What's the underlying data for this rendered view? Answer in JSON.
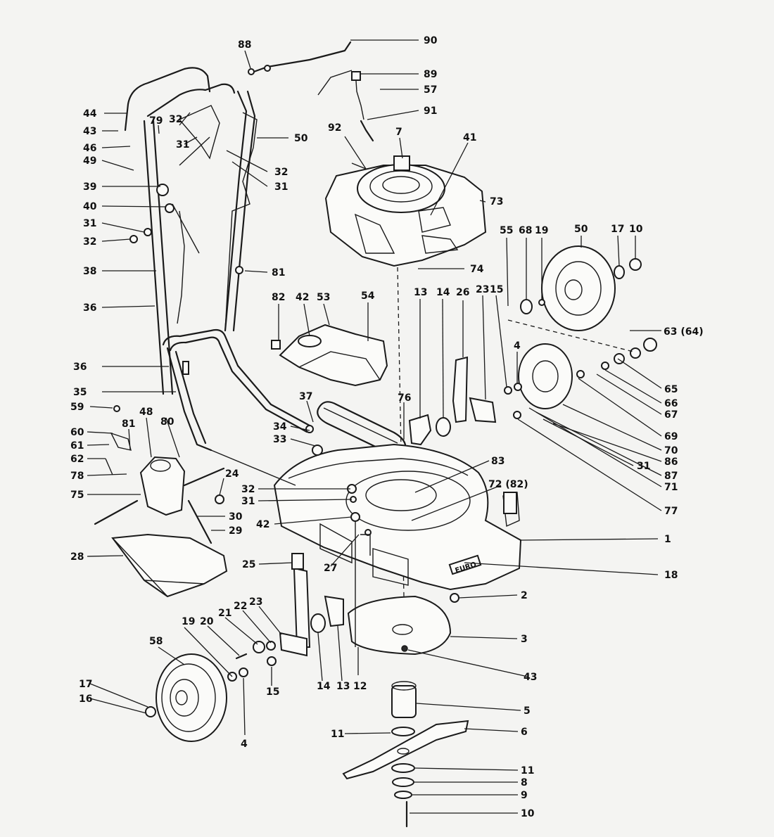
{
  "callouts": [
    {
      "id": "c44",
      "label": "44"
    },
    {
      "id": "c43",
      "label": "43"
    },
    {
      "id": "c46",
      "label": "46"
    },
    {
      "id": "c49",
      "label": "49"
    },
    {
      "id": "c39",
      "label": "39"
    },
    {
      "id": "c40",
      "label": "40"
    },
    {
      "id": "c31a",
      "label": "31"
    },
    {
      "id": "c32a",
      "label": "32"
    },
    {
      "id": "c38",
      "label": "38"
    },
    {
      "id": "c36a",
      "label": "36"
    },
    {
      "id": "c36b",
      "label": "36"
    },
    {
      "id": "c35",
      "label": "35"
    },
    {
      "id": "c59",
      "label": "59"
    },
    {
      "id": "c60",
      "label": "60"
    },
    {
      "id": "c61",
      "label": "61"
    },
    {
      "id": "c62",
      "label": "62"
    },
    {
      "id": "c78",
      "label": "78"
    },
    {
      "id": "c75",
      "label": "75"
    },
    {
      "id": "c28",
      "label": "28"
    },
    {
      "id": "c88",
      "label": "88"
    },
    {
      "id": "c90",
      "label": "90"
    },
    {
      "id": "c89",
      "label": "89"
    },
    {
      "id": "c57",
      "label": "57"
    },
    {
      "id": "c91",
      "label": "91"
    },
    {
      "id": "c92",
      "label": "92"
    },
    {
      "id": "c7",
      "label": "7"
    },
    {
      "id": "c41",
      "label": "41"
    },
    {
      "id": "c73",
      "label": "73"
    },
    {
      "id": "c74",
      "label": "74"
    },
    {
      "id": "c79",
      "label": "79"
    },
    {
      "id": "c32b",
      "label": "32"
    },
    {
      "id": "c31b",
      "label": "31"
    },
    {
      "id": "c50a",
      "label": "50"
    },
    {
      "id": "c32c",
      "label": "32"
    },
    {
      "id": "c31c",
      "label": "31"
    },
    {
      "id": "c81a",
      "label": "81"
    },
    {
      "id": "c82",
      "label": "82"
    },
    {
      "id": "c42a",
      "label": "42"
    },
    {
      "id": "c53",
      "label": "53"
    },
    {
      "id": "c54",
      "label": "54"
    },
    {
      "id": "c13a",
      "label": "13"
    },
    {
      "id": "c14a",
      "label": "14"
    },
    {
      "id": "c26",
      "label": "26"
    },
    {
      "id": "c23a",
      "label": "23"
    },
    {
      "id": "c15a",
      "label": "15"
    },
    {
      "id": "c55",
      "label": "55"
    },
    {
      "id": "c68",
      "label": "68"
    },
    {
      "id": "c19a",
      "label": "19"
    },
    {
      "id": "c50b",
      "label": "50"
    },
    {
      "id": "c17a",
      "label": "17"
    },
    {
      "id": "c10a",
      "label": "10"
    },
    {
      "id": "c63",
      "label": "63 (64)"
    },
    {
      "id": "c65",
      "label": "65"
    },
    {
      "id": "c66",
      "label": "66"
    },
    {
      "id": "c67",
      "label": "67"
    },
    {
      "id": "c69",
      "label": "69"
    },
    {
      "id": "c70",
      "label": "70"
    },
    {
      "id": "c86",
      "label": "86"
    },
    {
      "id": "c31d",
      "label": "31"
    },
    {
      "id": "c87",
      "label": "87"
    },
    {
      "id": "c71",
      "label": "71"
    },
    {
      "id": "c77",
      "label": "77"
    },
    {
      "id": "c4a",
      "label": "4"
    },
    {
      "id": "c37",
      "label": "37"
    },
    {
      "id": "c76",
      "label": "76"
    },
    {
      "id": "c34",
      "label": "34"
    },
    {
      "id": "c33",
      "label": "33"
    },
    {
      "id": "c48",
      "label": "48"
    },
    {
      "id": "c81b",
      "label": "81"
    },
    {
      "id": "c80",
      "label": "80"
    },
    {
      "id": "c24",
      "label": "24"
    },
    {
      "id": "c32d",
      "label": "32"
    },
    {
      "id": "c31e",
      "label": "31"
    },
    {
      "id": "c42b",
      "label": "42"
    },
    {
      "id": "c30",
      "label": "30"
    },
    {
      "id": "c29",
      "label": "29"
    },
    {
      "id": "c83",
      "label": "83"
    },
    {
      "id": "c72",
      "label": "72 (82)"
    },
    {
      "id": "c1",
      "label": "1"
    },
    {
      "id": "c18",
      "label": "18"
    },
    {
      "id": "c25",
      "label": "25"
    },
    {
      "id": "c27",
      "label": "27"
    },
    {
      "id": "c2",
      "label": "2"
    },
    {
      "id": "c3",
      "label": "3"
    },
    {
      "id": "c43b",
      "label": "43"
    },
    {
      "id": "c58",
      "label": "58"
    },
    {
      "id": "c19b",
      "label": "19"
    },
    {
      "id": "c20",
      "label": "20"
    },
    {
      "id": "c21",
      "label": "21"
    },
    {
      "id": "c22",
      "label": "22"
    },
    {
      "id": "c23b",
      "label": "23"
    },
    {
      "id": "c17b",
      "label": "17"
    },
    {
      "id": "c16",
      "label": "16"
    },
    {
      "id": "c4b",
      "label": "4"
    },
    {
      "id": "c15b",
      "label": "15"
    },
    {
      "id": "c14b",
      "label": "14"
    },
    {
      "id": "c13b",
      "label": "13"
    },
    {
      "id": "c12",
      "label": "12"
    },
    {
      "id": "c5",
      "label": "5"
    },
    {
      "id": "c11a",
      "label": "11"
    },
    {
      "id": "c6",
      "label": "6"
    },
    {
      "id": "c11b",
      "label": "11"
    },
    {
      "id": "c8",
      "label": "8"
    },
    {
      "id": "c9",
      "label": "9"
    },
    {
      "id": "c10b",
      "label": "10"
    }
  ],
  "deck_plate_text": "EURO"
}
